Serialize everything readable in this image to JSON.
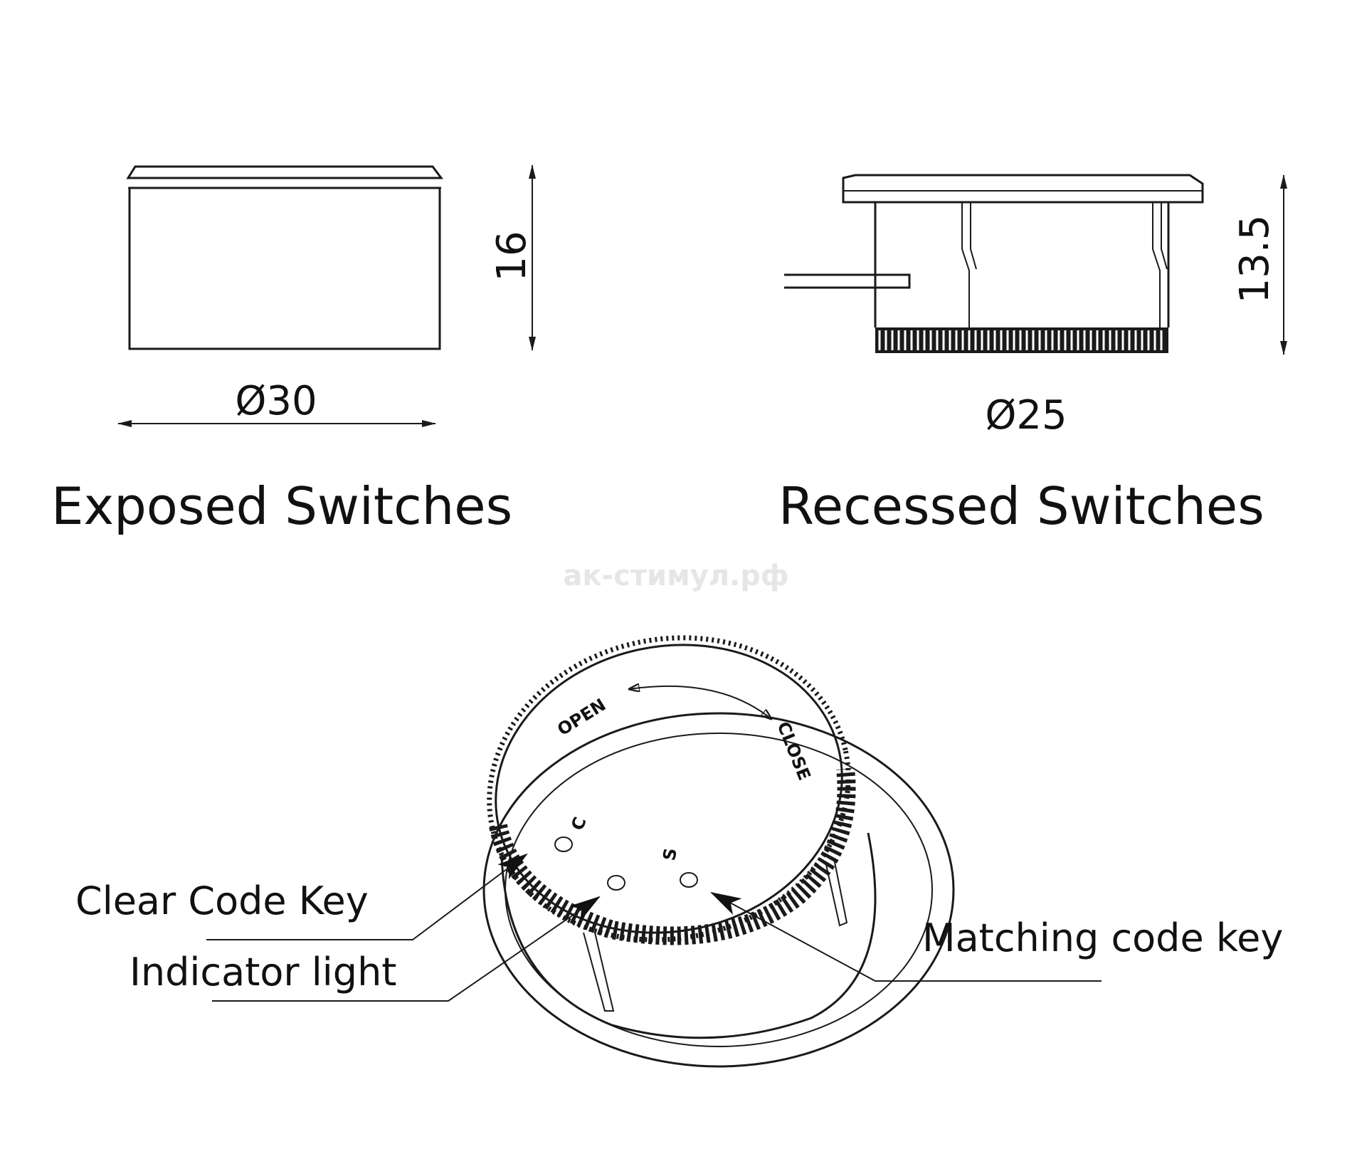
{
  "exposed": {
    "title": "Exposed Switches",
    "diameter": "Ø30",
    "height": "16"
  },
  "recessed": {
    "title": "Recessed Switches",
    "diameter": "Ø25",
    "height": "13.5"
  },
  "watermark": "ак-стимул.рф",
  "knob": {
    "open_label": "OPEN",
    "close_label": "CLOSE",
    "c_label": "C",
    "s_label": "S"
  },
  "callouts": {
    "clear_code_key": "Clear Code Key",
    "indicator_light": "Indicator light",
    "matching_code_key": "Matching code key"
  },
  "colors": {
    "line": "#1a1a1a",
    "background": "#ffffff"
  }
}
